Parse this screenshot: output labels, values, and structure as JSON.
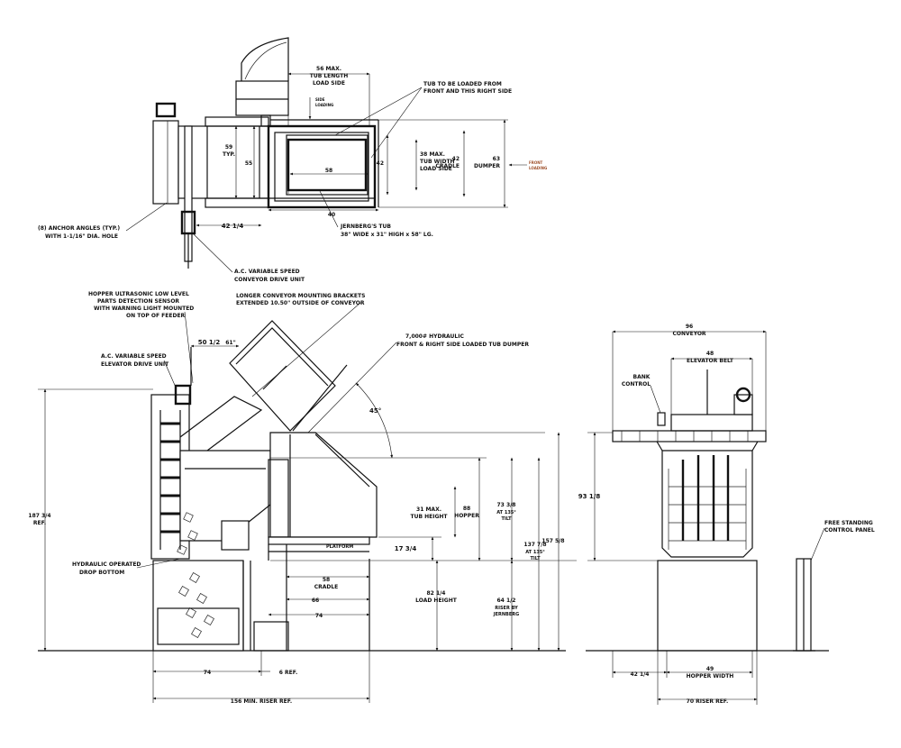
{
  "top_view": {
    "dim_tub_length": [
      "56 MAX.",
      "TUB LENGTH",
      "LOAD SIDE"
    ],
    "note_tub_loaded": [
      "TUB TO BE LOADED FROM",
      "FRONT AND THIS RIGHT SIDE"
    ],
    "side_loading": [
      "SIDE",
      "LOADING"
    ],
    "dim_59_typ": [
      "59",
      "TYP."
    ],
    "dim_55": "55",
    "dim_58": "58",
    "dim_42": "42",
    "dim_38_tub_width": [
      "38 MAX.",
      "TUB WIDTH",
      "LOAD SIDE"
    ],
    "dim_42_cradle": [
      "42",
      "CRADLE"
    ],
    "dim_63_dumper": [
      "63",
      "DUMPER"
    ],
    "front_loading": [
      "FRONT",
      "LOADING"
    ],
    "dim_40": "40",
    "dim_42_1_4": "42 1/4",
    "jernbergs_tub": [
      "JERNBERG'S TUB",
      "38\" WIDE x 31\" HIGH x 58\" LG."
    ],
    "anchor_angles": [
      "(8) ANCHOR ANGLES (TYP.)",
      "WITH 1-1/16\" DIA. HOLE"
    ],
    "ac_conveyor": [
      "A.C. VARIABLE SPEED",
      "CONVEYOR DRIVE UNIT"
    ]
  },
  "side_view": {
    "hopper_sensor": [
      "HOPPER ULTRASONIC LOW LEVEL",
      "PARTS DETECTION SENSOR",
      "WITH WARNING LIGHT MOUNTED",
      "ON TOP OF FEEDER"
    ],
    "longer_brackets": [
      "LONGER CONVEYOR MOUNTING BRACKETS",
      "EXTENDED 10.50\" OUTSIDE OF CONVEYOR"
    ],
    "dim_50_1_2": "50 1/2",
    "dim_61": "61\"",
    "hydraulic_dumper": [
      "7,000# HYDRAULIC",
      "FRONT & RIGHT SIDE LOADED TUB DUMPER"
    ],
    "ac_elevator": [
      "A.C. VARIABLE SPEED",
      "ELEVATOR DRIVE UNIT"
    ],
    "angle_45": "45°",
    "dim_187": [
      "187 3/4",
      "REF."
    ],
    "dim_31_tub_height": [
      "31 MAX.",
      "TUB HEIGHT"
    ],
    "dim_88_hopper": [
      "88",
      "HOPPER"
    ],
    "dim_73": [
      "73 3/8",
      "AT 135°",
      "TILT"
    ],
    "dim_137": [
      "137 7/8",
      "AT 135°",
      "TILT"
    ],
    "dim_157": "157 5/8",
    "platform": "PLATFORM",
    "dim_17_3_4": "17 3/4",
    "hydraulic_drop": [
      "HYDRAULIC OPERATED",
      "DROP BOTTOM"
    ],
    "dim_58_cradle": [
      "58",
      "CRADLE"
    ],
    "dim_66": "66",
    "dim_74_upper": "74",
    "dim_82": [
      "82 1/4",
      "LOAD HEIGHT"
    ],
    "dim_64": [
      "64 1/2",
      "RISER BY",
      "JERNBERG"
    ],
    "dim_74_lower": "74",
    "dim_6_ref": "6 REF.",
    "dim_156": "156 MIN. RISER REF."
  },
  "end_view": {
    "dim_96_conveyor": [
      "96",
      "CONVEYOR"
    ],
    "dim_48_belt": [
      "48",
      "ELEVATOR BELT"
    ],
    "bank_control": [
      "BANK",
      "CONTROL"
    ],
    "dim_93": "93 1/8",
    "dim_42_1_4": "42 1/4",
    "dim_49_hopper": [
      "49",
      "HOPPER WIDTH"
    ],
    "dim_70_riser": "70 RISER REF.",
    "free_standing": [
      "FREE STANDING",
      "CONTROL PANEL"
    ]
  }
}
